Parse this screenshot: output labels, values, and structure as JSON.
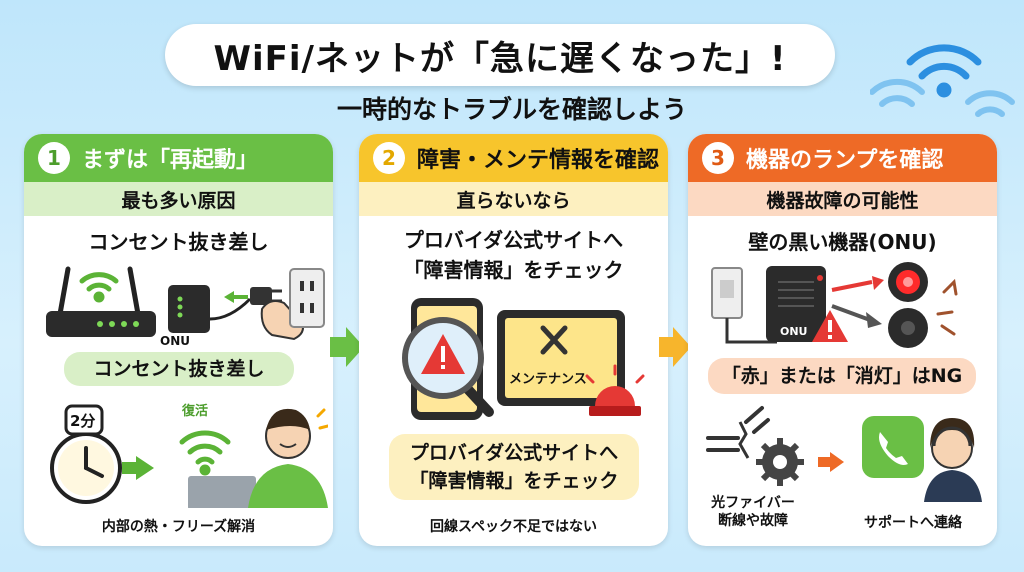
{
  "header": {
    "title": "WiFi/ネットが「急に遅くなった」!",
    "subtitle": "一時的なトラブルを確認しよう"
  },
  "panels": [
    {
      "number": "1",
      "title": "まずは「再起動」",
      "subtitle": "最も多い原因",
      "heading": "コンセント抜き差し",
      "onu_label": "ONU",
      "pill": "コンセント抜き差し",
      "timer": "2分",
      "recover": "復活",
      "footer": "内部の熱・フリーズ解消"
    },
    {
      "number": "2",
      "title": "障害・メンテ情報を確認",
      "subtitle": "直らないなら",
      "heading_l1": "プロバイダ公式サイトへ",
      "heading_l2": "「障害情報」をチェック",
      "maint_label": "メンテナンス",
      "pill_l1": "プロバイダ公式サイトへ",
      "pill_l2": "「障害情報」をチェック",
      "footer": "回線スペック不足ではない"
    },
    {
      "number": "3",
      "title": "機器のランプを確認",
      "subtitle": "機器故障の可能性",
      "heading": "壁の黒い機器(ONU)",
      "onu_label": "ONU",
      "pill": "「赤」または「消灯」はNG",
      "fiber_l1": "光ファイバー",
      "fiber_l2": "断線や故障",
      "support": "サポートへ連絡"
    }
  ],
  "colors": {
    "green": "#6abf45",
    "yellow": "#f7c52c",
    "orange": "#ee6a26",
    "background": "#c9eafc"
  }
}
